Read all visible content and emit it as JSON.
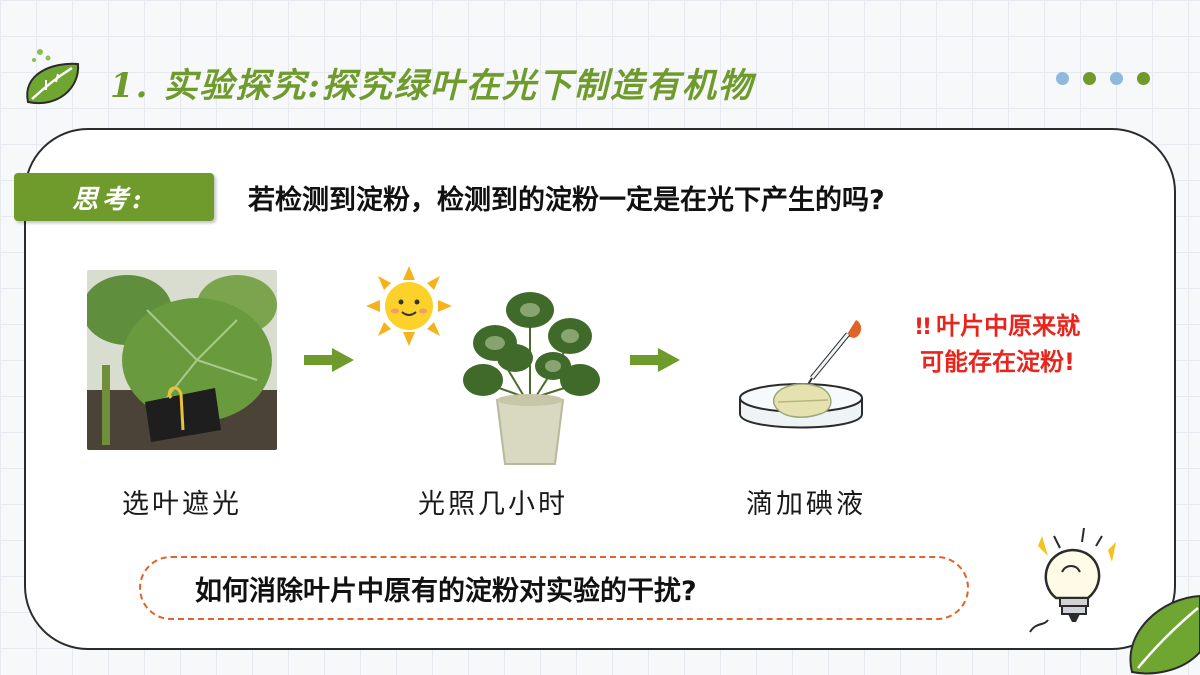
{
  "header": {
    "title": "1. 实验探究:探究绿叶在光下制造有机物",
    "dots": [
      "#8fb8dc",
      "#6f9a2c",
      "#8fb8dc",
      "#6f9a2c"
    ]
  },
  "think": {
    "tag_label": "思考:",
    "question": "若检测到淀粉，检测到的淀粉一定是在光下产生的吗?"
  },
  "steps": [
    {
      "caption": "选叶遮光"
    },
    {
      "caption": "光照几小时"
    },
    {
      "caption": "滴加碘液"
    }
  ],
  "warning": {
    "mark": "!!",
    "line1": "叶片中原来就",
    "line2": "可能存在淀粉!"
  },
  "bottom": {
    "question": "如何消除叶片中原有的淀粉对实验的干扰?"
  },
  "colors": {
    "accent_green": "#6f9a2c",
    "warning_red": "#e8241c",
    "dash_orange": "#e0632a"
  }
}
